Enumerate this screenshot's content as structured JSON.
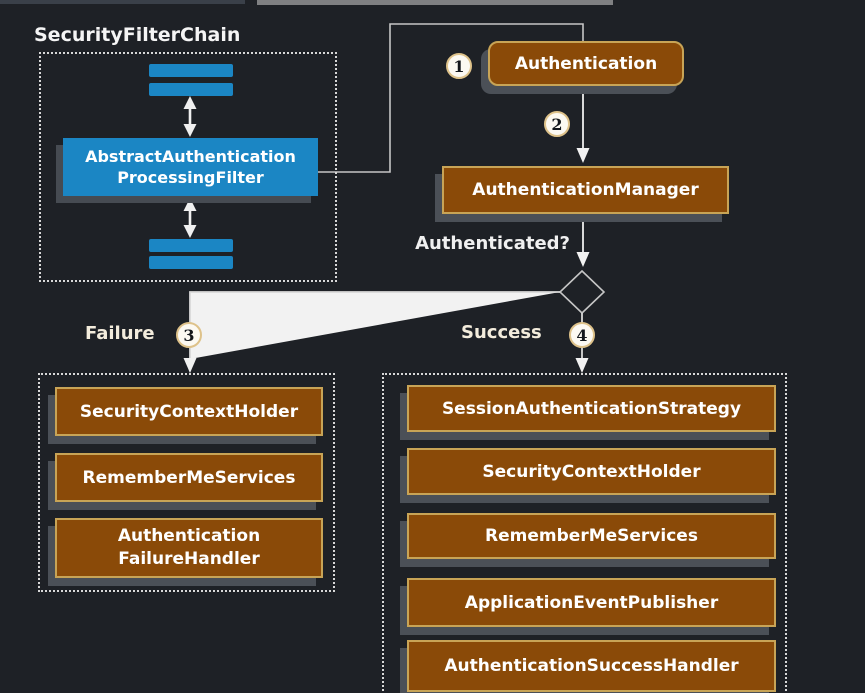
{
  "diagram": {
    "filter_chain": {
      "title": "SecurityFilterChain",
      "filter_label": "AbstractAuthentication\nProcessingFilter"
    },
    "nodes": {
      "authentication": "Authentication",
      "authentication_manager": "AuthenticationManager"
    },
    "decision": {
      "question": "Authenticated?"
    },
    "badges": {
      "one": "1",
      "two": "2",
      "three": "3",
      "four": "4"
    },
    "failure": {
      "label": "Failure",
      "handlers": [
        {
          "label": "SecurityContextHolder"
        },
        {
          "label": "RememberMeServices"
        },
        {
          "label": "Authentication\nFailureHandler"
        }
      ]
    },
    "success": {
      "label": "Success",
      "handlers": [
        {
          "label": "SessionAuthenticationStrategy"
        },
        {
          "label": "SecurityContextHolder"
        },
        {
          "label": "RememberMeServices"
        },
        {
          "label": "ApplicationEventPublisher"
        },
        {
          "label": "AuthenticationSuccessHandler"
        }
      ]
    },
    "colors": {
      "background": "#1e2126",
      "handler_fill": "#8a4a08",
      "handler_border": "#c8a456",
      "filter_fill": "#1b86c4",
      "shadow": "#4b5057",
      "wire": "#c6c6c6",
      "badge_fill": "#fcf9f2"
    }
  }
}
